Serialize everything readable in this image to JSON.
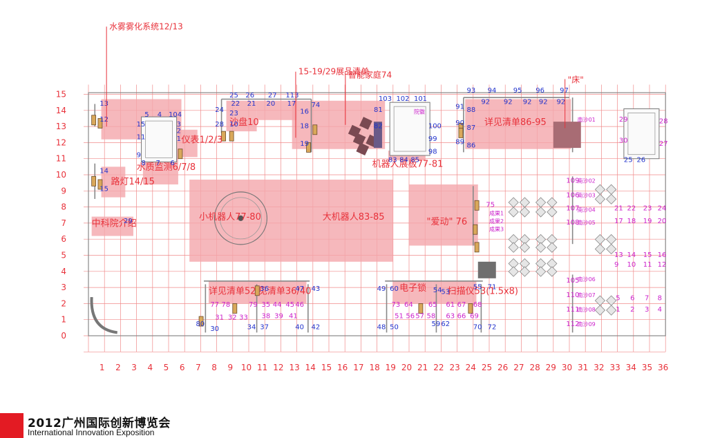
{
  "colors": {
    "grid": "#f08a8a",
    "axis_text": "#e8313a",
    "zone_fill": "#f4a6ab",
    "zone_label": "#e8313a",
    "booth_number": "#2233cc",
    "booth_number_alt": "#cc22cc",
    "wall": "#888888",
    "callout": "#e8313a"
  },
  "x_axis_labels": [
    "1",
    "2",
    "3",
    "4",
    "5",
    "6",
    "7",
    "8",
    "9",
    "10",
    "11",
    "12",
    "13",
    "14",
    "15",
    "16",
    "17",
    "18",
    "19",
    "20",
    "21",
    "22",
    "23",
    "24",
    "25",
    "26",
    "27",
    "28",
    "29",
    "30",
    "31",
    "32",
    "33",
    "34",
    "35",
    "36"
  ],
  "y_axis_labels": [
    "0",
    "1",
    "2",
    "3",
    "4",
    "5",
    "6",
    "7",
    "8",
    "9",
    "10",
    "11",
    "12",
    "13",
    "14",
    "15"
  ],
  "callouts": [
    {
      "text": "水雾雾化系统12/13",
      "gx": 1.3,
      "gy": 15
    },
    {
      "text": "15-19/29展品清单",
      "gx": 13.1,
      "gy": 12.2
    },
    {
      "text": "智能家庭74",
      "gx": 16.2,
      "gy": 15
    },
    {
      "text": "\"床\"",
      "gx": 29.9,
      "gy": 14.7
    }
  ],
  "zones": [
    {
      "label": "",
      "gx0": 0.8,
      "gy0": 12.2,
      "gx1": 5.8,
      "gy1": 14.7
    },
    {
      "label": "水质监测6/7/8",
      "gx0": 3.4,
      "gy0": 9.4,
      "gx1": 5.6,
      "gy1": 12.2,
      "lx": 3.0,
      "ly": 10.3
    },
    {
      "label": "仪表1/2/3",
      "gx0": 5.6,
      "gy0": 11.1,
      "gx1": 6.8,
      "gy1": 12.8,
      "lx": 5.8,
      "ly": 12.0
    },
    {
      "label": "路灯14/15",
      "gx0": 0.8,
      "gy0": 8.6,
      "gx1": 2.3,
      "gy1": 10.5,
      "lx": 1.4,
      "ly": 9.4
    },
    {
      "label": "中科院介绍",
      "gx0": 0.2,
      "gy0": 6.2,
      "gx1": 2.8,
      "gy1": 7.4,
      "lx": 0.2,
      "ly": 6.8
    },
    {
      "label": "沙盘10",
      "gx0": 8.6,
      "gy0": 12.7,
      "gx1": 10.5,
      "gy1": 14.6,
      "lx": 8.8,
      "ly": 13.1
    },
    {
      "label": "",
      "gx0": 10.5,
      "gy0": 13.4,
      "gx1": 13.0,
      "gy1": 14.6
    },
    {
      "label": "",
      "gx0": 12.7,
      "gy0": 11.6,
      "gx1": 18.5,
      "gy1": 14.6
    },
    {
      "label": "机器人展板77-81",
      "gx0": 18.7,
      "gy0": 10.9,
      "gx1": 21.0,
      "gy1": 11.5,
      "lx": 17.7,
      "ly": 10.5
    },
    {
      "label": "详见清单86-95",
      "gx0": 23.5,
      "gy0": 11.6,
      "gx1": 30.1,
      "gy1": 14.7,
      "lx": 24.7,
      "ly": 13.1
    },
    {
      "label": "小机器人77-80",
      "gx0": 6.3,
      "gy0": 4.6,
      "gx1": 13.0,
      "gy1": 9.7,
      "lx": 6.9,
      "ly": 7.2
    },
    {
      "label": "大机器人83-85",
      "gx0": 13.0,
      "gy0": 4.6,
      "gx1": 19.0,
      "gy1": 9.7,
      "lx": 14.6,
      "ly": 7.2
    },
    {
      "label": "\"爱动\" 76",
      "gx0": 20.0,
      "gy0": 5.6,
      "gx1": 24.3,
      "gy1": 9.4,
      "lx": 21.1,
      "ly": 6.9
    },
    {
      "label": "详见清单52",
      "gx0": 7.5,
      "gy0": 2.0,
      "gx1": 10.6,
      "gy1": 3.4,
      "lx": 7.5,
      "ly": 2.6
    },
    {
      "label": "见清单36/40",
      "gx0": 10.6,
      "gy0": 2.0,
      "gx1": 13.6,
      "gy1": 3.4,
      "lx": 10.6,
      "ly": 2.6
    },
    {
      "label": "电子锁",
      "gx0": 19.0,
      "gy0": 2.0,
      "gx1": 21.5,
      "gy1": 3.4,
      "lx": 19.4,
      "ly": 2.8
    },
    {
      "label": "扫描仪53(1.5x8)",
      "gx0": 21.5,
      "gy0": 2.0,
      "gx1": 24.2,
      "gy1": 3.4,
      "lx": 22.4,
      "ly": 2.6
    }
  ],
  "booth_numbers": [
    {
      "n": "13",
      "gx": 0.7,
      "gy": 14.3,
      "c": "b"
    },
    {
      "n": "12",
      "gx": 0.7,
      "gy": 13.3,
      "c": "b"
    },
    {
      "n": "5",
      "gx": 3.5,
      "gy": 13.6,
      "c": "b"
    },
    {
      "n": "4",
      "gx": 4.3,
      "gy": 13.6,
      "c": "b"
    },
    {
      "n": "104",
      "gx": 5.0,
      "gy": 13.6,
      "c": "b"
    },
    {
      "n": "15",
      "gx": 3.0,
      "gy": 13.0,
      "c": "b"
    },
    {
      "n": "11",
      "gx": 3.0,
      "gy": 12.2,
      "c": "b"
    },
    {
      "n": "9",
      "gx": 3.0,
      "gy": 11.1,
      "c": "b"
    },
    {
      "n": "3",
      "gx": 5.5,
      "gy": 13.0,
      "c": "b"
    },
    {
      "n": "2",
      "gx": 5.5,
      "gy": 12.6,
      "c": "b"
    },
    {
      "n": "1",
      "gx": 5.5,
      "gy": 12.1,
      "c": "b"
    },
    {
      "n": "8",
      "gx": 3.3,
      "gy": 10.6,
      "c": "b"
    },
    {
      "n": "7",
      "gx": 4.2,
      "gy": 10.6,
      "c": "b"
    },
    {
      "n": "6",
      "gx": 5.1,
      "gy": 10.6,
      "c": "b"
    },
    {
      "n": "14",
      "gx": 0.7,
      "gy": 10.1,
      "c": "b"
    },
    {
      "n": "15",
      "gx": 0.7,
      "gy": 9.0,
      "c": "b"
    },
    {
      "n": "29",
      "gx": 2.2,
      "gy": 7.0,
      "c": "b"
    },
    {
      "n": "25",
      "gx": 8.8,
      "gy": 14.8,
      "c": "b"
    },
    {
      "n": "26",
      "gx": 9.8,
      "gy": 14.8,
      "c": "b"
    },
    {
      "n": "27",
      "gx": 11.2,
      "gy": 14.8,
      "c": "b"
    },
    {
      "n": "113",
      "gx": 12.3,
      "gy": 14.8,
      "c": "b"
    },
    {
      "n": "22",
      "gx": 8.9,
      "gy": 14.3,
      "c": "b"
    },
    {
      "n": "21",
      "gx": 9.9,
      "gy": 14.3,
      "c": "b"
    },
    {
      "n": "20",
      "gx": 11.1,
      "gy": 14.3,
      "c": "b"
    },
    {
      "n": "17",
      "gx": 12.4,
      "gy": 14.3,
      "c": "b"
    },
    {
      "n": "24",
      "gx": 7.9,
      "gy": 13.9,
      "c": "b"
    },
    {
      "n": "23",
      "gx": 8.8,
      "gy": 13.7,
      "c": "b"
    },
    {
      "n": "28",
      "gx": 7.9,
      "gy": 13.0,
      "c": "b"
    },
    {
      "n": "10",
      "gx": 8.8,
      "gy": 13.0,
      "c": "b"
    },
    {
      "n": "74",
      "gx": 13.9,
      "gy": 14.2,
      "c": "b"
    },
    {
      "n": "16",
      "gx": 13.2,
      "gy": 13.8,
      "c": "b"
    },
    {
      "n": "18",
      "gx": 13.2,
      "gy": 12.9,
      "c": "b"
    },
    {
      "n": "19",
      "gx": 13.2,
      "gy": 11.8,
      "c": "b"
    },
    {
      "n": "103",
      "gx": 18.1,
      "gy": 14.6,
      "c": "b"
    },
    {
      "n": "102",
      "gx": 19.2,
      "gy": 14.6,
      "c": "b"
    },
    {
      "n": "101",
      "gx": 20.3,
      "gy": 14.6,
      "c": "b"
    },
    {
      "n": "81",
      "gx": 17.8,
      "gy": 13.9,
      "c": "b"
    },
    {
      "n": "82",
      "gx": 17.8,
      "gy": 12.9,
      "c": "b"
    },
    {
      "n": "100",
      "gx": 21.2,
      "gy": 12.9,
      "c": "b"
    },
    {
      "n": "99",
      "gx": 21.2,
      "gy": 12.1,
      "c": "b"
    },
    {
      "n": "98",
      "gx": 21.2,
      "gy": 11.3,
      "c": "b"
    },
    {
      "n": "83",
      "gx": 18.7,
      "gy": 10.8,
      "c": "b"
    },
    {
      "n": "84",
      "gx": 19.4,
      "gy": 10.8,
      "c": "b"
    },
    {
      "n": "85",
      "gx": 20.1,
      "gy": 10.8,
      "c": "b"
    },
    {
      "n": "93",
      "gx": 23.6,
      "gy": 15.1,
      "c": "b"
    },
    {
      "n": "94",
      "gx": 24.9,
      "gy": 15.1,
      "c": "b"
    },
    {
      "n": "95",
      "gx": 26.5,
      "gy": 15.1,
      "c": "b"
    },
    {
      "n": "96",
      "gx": 27.9,
      "gy": 15.1,
      "c": "b"
    },
    {
      "n": "97",
      "gx": 29.4,
      "gy": 15.1,
      "c": "b"
    },
    {
      "n": "92",
      "gx": 24.5,
      "gy": 14.4,
      "c": "b"
    },
    {
      "n": "92",
      "gx": 25.9,
      "gy": 14.4,
      "c": "b"
    },
    {
      "n": "92",
      "gx": 27.1,
      "gy": 14.4,
      "c": "b"
    },
    {
      "n": "92",
      "gx": 28.1,
      "gy": 14.4,
      "c": "b"
    },
    {
      "n": "92",
      "gx": 29.2,
      "gy": 14.4,
      "c": "b"
    },
    {
      "n": "91",
      "gx": 22.9,
      "gy": 14.1,
      "c": "b"
    },
    {
      "n": "88",
      "gx": 23.6,
      "gy": 13.9,
      "c": "b"
    },
    {
      "n": "90",
      "gx": 22.9,
      "gy": 13.1,
      "c": "b"
    },
    {
      "n": "87",
      "gx": 23.6,
      "gy": 12.8,
      "c": "b"
    },
    {
      "n": "89",
      "gx": 22.9,
      "gy": 11.9,
      "c": "b"
    },
    {
      "n": "86",
      "gx": 23.6,
      "gy": 11.7,
      "c": "b"
    },
    {
      "n": "29",
      "gx": 33.1,
      "gy": 13.3,
      "c": "m"
    },
    {
      "n": "28",
      "gx": 35.6,
      "gy": 13.2,
      "c": "m"
    },
    {
      "n": "30",
      "gx": 33.1,
      "gy": 12.0,
      "c": "m"
    },
    {
      "n": "27",
      "gx": 35.6,
      "gy": 11.8,
      "c": "m"
    },
    {
      "n": "25",
      "gx": 33.4,
      "gy": 10.8,
      "c": "b"
    },
    {
      "n": "26",
      "gx": 34.2,
      "gy": 10.8,
      "c": "b"
    },
    {
      "n": "109",
      "gx": 29.8,
      "gy": 9.5,
      "c": "m"
    },
    {
      "n": "106",
      "gx": 29.8,
      "gy": 8.6,
      "c": "m"
    },
    {
      "n": "107",
      "gx": 29.8,
      "gy": 7.8,
      "c": "m"
    },
    {
      "n": "108",
      "gx": 29.8,
      "gy": 6.9,
      "c": "m"
    },
    {
      "n": "21",
      "gx": 32.8,
      "gy": 7.8,
      "c": "m"
    },
    {
      "n": "22",
      "gx": 33.6,
      "gy": 7.8,
      "c": "m"
    },
    {
      "n": "23",
      "gx": 34.6,
      "gy": 7.8,
      "c": "m"
    },
    {
      "n": "24",
      "gx": 35.5,
      "gy": 7.8,
      "c": "m"
    },
    {
      "n": "17",
      "gx": 32.8,
      "gy": 7.0,
      "c": "m"
    },
    {
      "n": "18",
      "gx": 33.6,
      "gy": 7.0,
      "c": "m"
    },
    {
      "n": "19",
      "gx": 34.6,
      "gy": 7.0,
      "c": "m"
    },
    {
      "n": "20",
      "gx": 35.5,
      "gy": 7.0,
      "c": "m"
    },
    {
      "n": "13",
      "gx": 32.8,
      "gy": 4.9,
      "c": "m"
    },
    {
      "n": "14",
      "gx": 33.6,
      "gy": 4.9,
      "c": "m"
    },
    {
      "n": "15",
      "gx": 34.6,
      "gy": 4.9,
      "c": "m"
    },
    {
      "n": "16",
      "gx": 35.5,
      "gy": 4.9,
      "c": "m"
    },
    {
      "n": "9",
      "gx": 32.8,
      "gy": 4.3,
      "c": "m"
    },
    {
      "n": "10",
      "gx": 33.6,
      "gy": 4.3,
      "c": "m"
    },
    {
      "n": "11",
      "gx": 34.6,
      "gy": 4.3,
      "c": "m"
    },
    {
      "n": "12",
      "gx": 35.5,
      "gy": 4.3,
      "c": "m"
    },
    {
      "n": "105",
      "gx": 29.8,
      "gy": 3.3,
      "c": "m"
    },
    {
      "n": "110",
      "gx": 29.8,
      "gy": 2.4,
      "c": "m"
    },
    {
      "n": "111",
      "gx": 29.8,
      "gy": 1.5,
      "c": "m"
    },
    {
      "n": "112",
      "gx": 29.8,
      "gy": 0.6,
      "c": "m"
    },
    {
      "n": "5",
      "gx": 32.9,
      "gy": 2.2,
      "c": "m"
    },
    {
      "n": "6",
      "gx": 33.8,
      "gy": 2.2,
      "c": "m"
    },
    {
      "n": "7",
      "gx": 34.7,
      "gy": 2.2,
      "c": "m"
    },
    {
      "n": "8",
      "gx": 35.5,
      "gy": 2.2,
      "c": "m"
    },
    {
      "n": "1",
      "gx": 32.9,
      "gy": 1.5,
      "c": "m"
    },
    {
      "n": "2",
      "gx": 33.8,
      "gy": 1.5,
      "c": "m"
    },
    {
      "n": "3",
      "gx": 34.7,
      "gy": 1.5,
      "c": "m"
    },
    {
      "n": "4",
      "gx": 35.5,
      "gy": 1.5,
      "c": "m"
    },
    {
      "n": "75",
      "gx": 24.8,
      "gy": 8.0,
      "c": "m"
    },
    {
      "n": "36",
      "gx": 10.7,
      "gy": 2.8,
      "c": "b"
    },
    {
      "n": "47",
      "gx": 12.9,
      "gy": 2.8,
      "c": "b"
    },
    {
      "n": "43",
      "gx": 13.9,
      "gy": 2.8,
      "c": "b"
    },
    {
      "n": "77",
      "gx": 7.6,
      "gy": 1.8,
      "c": "m"
    },
    {
      "n": "78",
      "gx": 8.3,
      "gy": 1.8,
      "c": "m"
    },
    {
      "n": "79",
      "gx": 10.0,
      "gy": 1.8,
      "c": "m"
    },
    {
      "n": "35",
      "gx": 10.8,
      "gy": 1.8,
      "c": "m"
    },
    {
      "n": "44",
      "gx": 11.5,
      "gy": 1.8,
      "c": "m"
    },
    {
      "n": "45",
      "gx": 12.3,
      "gy": 1.8,
      "c": "m"
    },
    {
      "n": "46",
      "gx": 12.9,
      "gy": 1.8,
      "c": "m"
    },
    {
      "n": "31",
      "gx": 7.9,
      "gy": 1.0,
      "c": "m"
    },
    {
      "n": "32",
      "gx": 8.7,
      "gy": 1.0,
      "c": "m"
    },
    {
      "n": "33",
      "gx": 9.4,
      "gy": 1.0,
      "c": "m"
    },
    {
      "n": "38",
      "gx": 10.8,
      "gy": 1.1,
      "c": "m"
    },
    {
      "n": "39",
      "gx": 11.6,
      "gy": 1.1,
      "c": "m"
    },
    {
      "n": "41",
      "gx": 12.5,
      "gy": 1.1,
      "c": "m"
    },
    {
      "n": "80",
      "gx": 6.7,
      "gy": 0.6,
      "c": "b"
    },
    {
      "n": "30",
      "gx": 7.6,
      "gy": 0.3,
      "c": "b"
    },
    {
      "n": "34",
      "gx": 9.9,
      "gy": 0.4,
      "c": "b"
    },
    {
      "n": "37",
      "gx": 10.7,
      "gy": 0.4,
      "c": "b"
    },
    {
      "n": "40",
      "gx": 12.9,
      "gy": 0.4,
      "c": "b"
    },
    {
      "n": "42",
      "gx": 13.9,
      "gy": 0.4,
      "c": "b"
    },
    {
      "n": "49",
      "gx": 18.0,
      "gy": 2.8,
      "c": "b"
    },
    {
      "n": "60",
      "gx": 18.8,
      "gy": 2.8,
      "c": "b"
    },
    {
      "n": "73",
      "gx": 18.9,
      "gy": 1.8,
      "c": "m"
    },
    {
      "n": "64",
      "gx": 19.7,
      "gy": 1.8,
      "c": "m"
    },
    {
      "n": "65",
      "gx": 21.2,
      "gy": 1.8,
      "c": "m"
    },
    {
      "n": "51",
      "gx": 19.1,
      "gy": 1.1,
      "c": "m"
    },
    {
      "n": "56",
      "gx": 19.8,
      "gy": 1.1,
      "c": "m"
    },
    {
      "n": "57",
      "gx": 20.4,
      "gy": 1.1,
      "c": "m"
    },
    {
      "n": "58",
      "gx": 21.1,
      "gy": 1.1,
      "c": "m"
    },
    {
      "n": "48",
      "gx": 18.0,
      "gy": 0.4,
      "c": "b"
    },
    {
      "n": "50",
      "gx": 18.8,
      "gy": 0.4,
      "c": "b"
    },
    {
      "n": "54",
      "gx": 21.5,
      "gy": 2.7,
      "c": "b"
    },
    {
      "n": "53",
      "gx": 22.0,
      "gy": 2.6,
      "c": "b"
    },
    {
      "n": "61",
      "gx": 22.3,
      "gy": 1.8,
      "c": "m"
    },
    {
      "n": "67",
      "gx": 23.0,
      "gy": 1.8,
      "c": "m"
    },
    {
      "n": "68",
      "gx": 24.0,
      "gy": 1.8,
      "c": "m"
    },
    {
      "n": "63",
      "gx": 22.3,
      "gy": 1.1,
      "c": "m"
    },
    {
      "n": "66",
      "gx": 23.0,
      "gy": 1.1,
      "c": "m"
    },
    {
      "n": "69",
      "gx": 23.8,
      "gy": 1.1,
      "c": "m"
    },
    {
      "n": "59",
      "gx": 21.4,
      "gy": 0.6,
      "c": "b"
    },
    {
      "n": "62",
      "gx": 22.0,
      "gy": 0.6,
      "c": "b"
    },
    {
      "n": "55",
      "gx": 24.0,
      "gy": 2.9,
      "c": "b"
    },
    {
      "n": "71",
      "gx": 24.9,
      "gy": 2.9,
      "c": "b"
    },
    {
      "n": "70",
      "gx": 24.0,
      "gy": 0.4,
      "c": "b"
    },
    {
      "n": "72",
      "gx": 24.9,
      "gy": 0.4,
      "c": "b"
    }
  ],
  "side_labels": [
    {
      "t": "南沙01",
      "gx": 30.5,
      "gy": 13.3
    },
    {
      "t": "南沙02",
      "gx": 30.5,
      "gy": 9.5
    },
    {
      "t": "南沙03",
      "gx": 30.5,
      "gy": 8.6
    },
    {
      "t": "南沙04",
      "gx": 30.5,
      "gy": 7.7
    },
    {
      "t": "南沙05",
      "gx": 30.5,
      "gy": 6.9
    },
    {
      "t": "南沙06",
      "gx": 30.5,
      "gy": 3.4
    },
    {
      "t": "南沙07",
      "gx": 30.5,
      "gy": 2.4
    },
    {
      "t": "南沙08",
      "gx": 30.5,
      "gy": 1.5
    },
    {
      "t": "南沙09",
      "gx": 30.5,
      "gy": 0.6
    },
    {
      "t": "成果1",
      "gx": 25.0,
      "gy": 7.5
    },
    {
      "t": "成果2",
      "gx": 25.0,
      "gy": 7.0
    },
    {
      "t": "成果3",
      "gx": 25.0,
      "gy": 6.5
    },
    {
      "t": "院徽",
      "gx": 20.3,
      "gy": 13.8
    }
  ],
  "logo": {
    "title": "2012广州国际创新博览会",
    "subtitle": "International Innovation Exposition"
  }
}
